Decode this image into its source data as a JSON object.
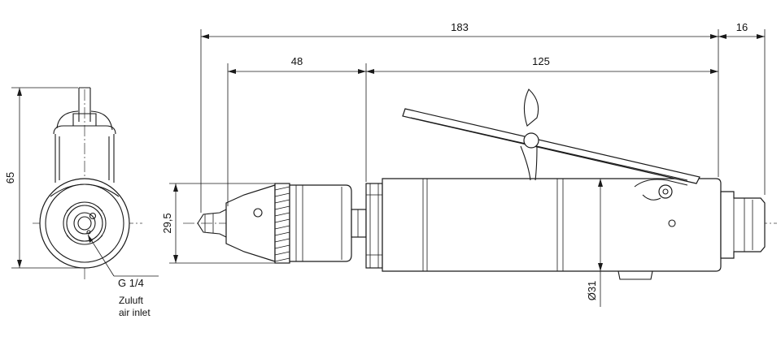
{
  "dimensions": {
    "overall_length": "183",
    "rear_extension": "16",
    "chuck_length": "48",
    "body_length": "125",
    "side_height": "65",
    "chuck_diameter": "29,5",
    "body_diameter": "Ø31"
  },
  "callout": {
    "thread": "G 1/4",
    "label_de": "Zuluft",
    "label_en": "air inlet"
  }
}
